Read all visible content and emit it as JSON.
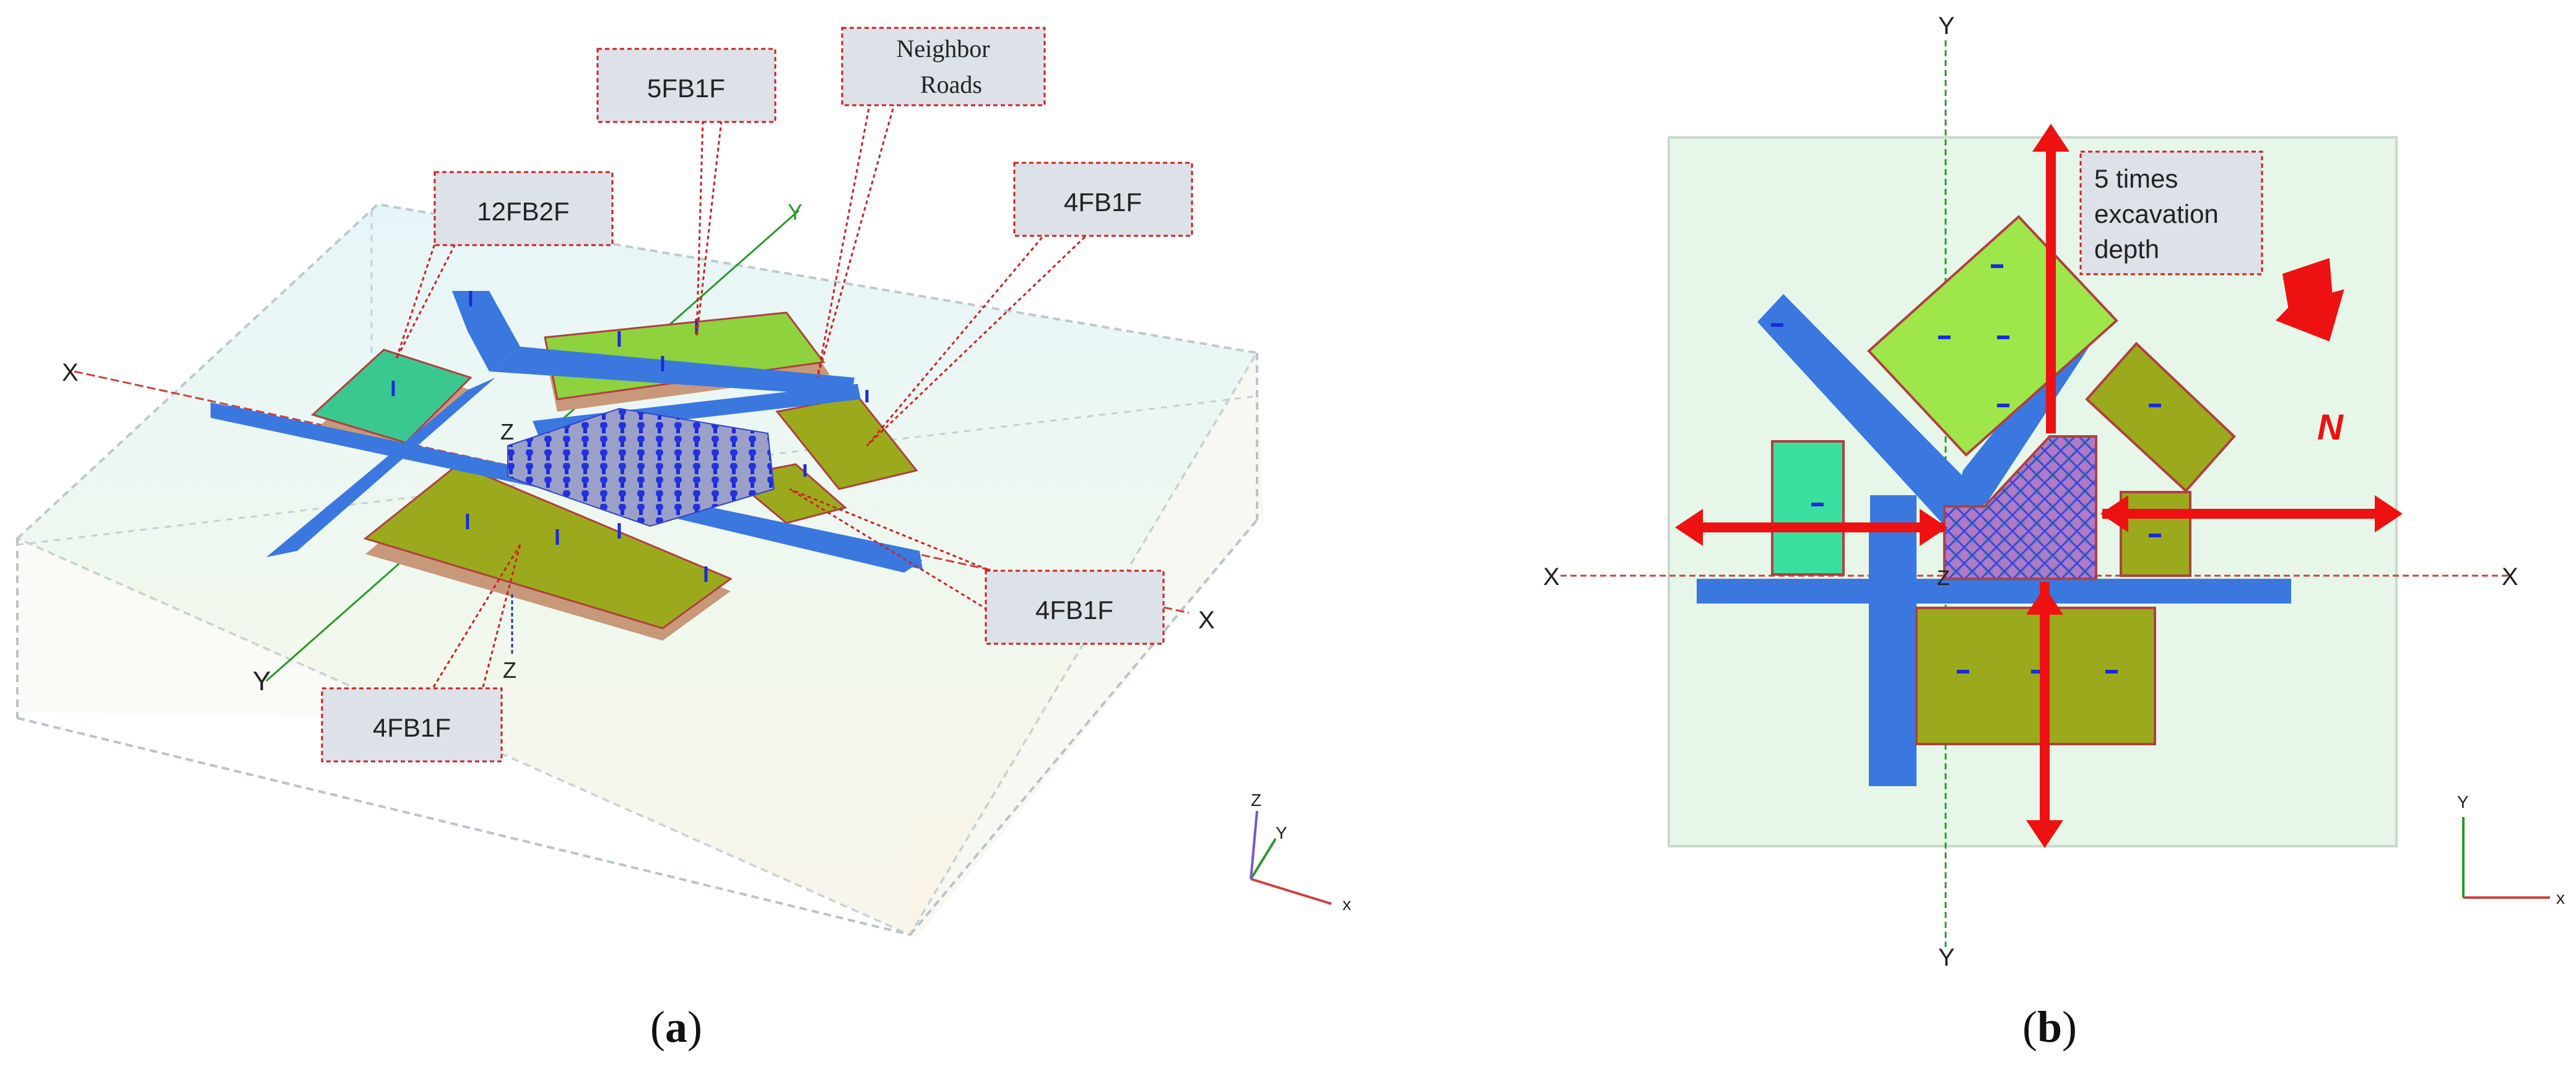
{
  "panel_a": {
    "caption": "a",
    "axes": {
      "x": "X",
      "y": "Y",
      "z": "Z",
      "x2": "X"
    },
    "callouts": {
      "bldg_12fb2f": "12FB2F",
      "bldg_5fb1f": "5FB1F",
      "roads_line1": "Neighbor",
      "roads_line2": "Roads",
      "bldg_4fb1f_ne": "4FB1F",
      "bldg_4fb1f_e": "4FB1F",
      "bldg_4fb1f_s": "4FB1F"
    },
    "triad": {
      "x": "x",
      "y": "Y",
      "z": "Z"
    }
  },
  "panel_b": {
    "caption": "b",
    "axes": {
      "x_left": "X",
      "x_right": "X",
      "y_top": "Y",
      "y_bottom": "Y",
      "z": "Z"
    },
    "note": {
      "line1": "5 times",
      "line2": "excavation",
      "line3": "depth"
    },
    "north_label": "N",
    "triad": {
      "x": "x",
      "y": "Y"
    }
  },
  "colors": {
    "domain_fill": "#e6f6e8",
    "road": "#3a78e0",
    "building_light_green": "#9ee64a",
    "building_olive": "#9aaa1c",
    "building_teal": "#3ae0a0",
    "excavation": "#b07ac8",
    "dimension_arrow": "#ee1111",
    "callout_fill": "#dde1e8",
    "callout_border": "#cc2222"
  }
}
